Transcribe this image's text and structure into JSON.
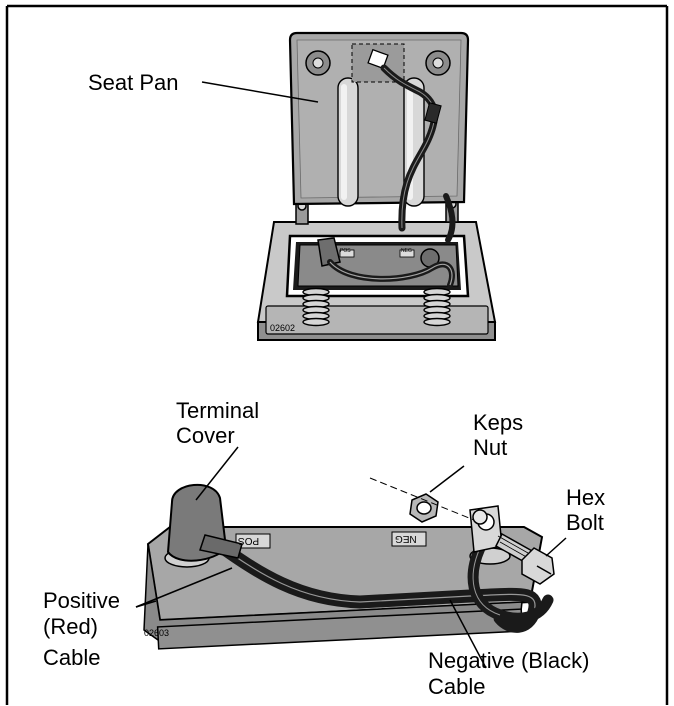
{
  "figure": {
    "top_diagram": {
      "labels": {
        "seat_pan": "Seat Pan"
      },
      "code": "02602",
      "terminal_marks": {
        "pos": "POS",
        "neg": "NEG"
      }
    },
    "bottom_diagram": {
      "labels": {
        "terminal_cover_line1": "Terminal",
        "terminal_cover_line2": "Cover",
        "keps_nut_line1": "Keps",
        "keps_nut_line2": "Nut",
        "hex_bolt_line1": "Hex",
        "hex_bolt_line2": "Bolt",
        "positive_cable_line1": "Positive",
        "positive_cable_line2": "(Red)",
        "positive_cable_line3": "Cable",
        "negative_cable_line1": "Negative (Black)",
        "negative_cable_line2": "Cable"
      },
      "terminal_marks": {
        "pos": "POS",
        "neg": "NEG"
      },
      "code": "02603"
    },
    "colors": {
      "panel": "#a7a7a7",
      "panel_light": "#c9c9c9",
      "panel_dark": "#8a8a8a",
      "cable": "#1a1a1a",
      "outline": "#000000",
      "background": "#ffffff"
    }
  }
}
